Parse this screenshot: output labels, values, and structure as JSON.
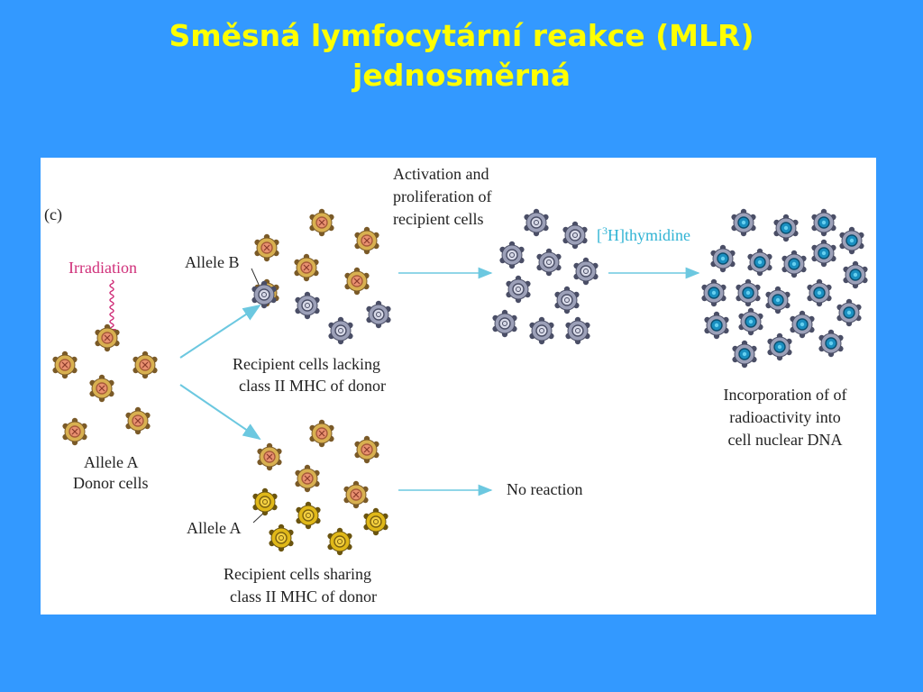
{
  "slide": {
    "title_line1": "Směsná lymfocytární reakce (MLR)",
    "title_line2": "jednosměrná"
  },
  "figure": {
    "panel_label": "(c)",
    "irradiation": "Irradiation",
    "donor_line1": "Allele A",
    "donor_line2": "Donor cells",
    "allele_b": "Allele B",
    "allele_a": "Allele A",
    "lacking_line1": "Recipient cells lacking",
    "lacking_line2": "class II MHC of donor",
    "sharing_line1": "Recipient cells sharing",
    "sharing_line2": "class II MHC of donor",
    "activation_line1": "Activation and",
    "activation_line2": "proliferation of",
    "activation_line3": "recipient cells",
    "thymidine_open": "[",
    "thymidine_sup": "3",
    "thymidine_rest": "H]thymidine",
    "incorporation_line1": "Incorporation of of",
    "incorporation_line2": "radioactivity into",
    "incorporation_line3": "cell nuclear DNA",
    "no_reaction": "No reaction"
  },
  "colors": {
    "background": "#3399ff",
    "title": "#ffff00",
    "panel": "#ffffff",
    "arrow": "#6cc8e0",
    "irradiation": "#d0307a",
    "donor_cell": "#d8b050",
    "donor_nucleus": "#e89070",
    "allele_b_cell": "#9ca0b8",
    "allele_a_cell": "#e0b818",
    "labeled_nucleus": "#1a8fc0"
  },
  "icons": [
    "donor-cell-icon",
    "allele-b-cell-icon",
    "allele-a-cell-icon",
    "labeled-cell-icon",
    "arrow-icon"
  ]
}
